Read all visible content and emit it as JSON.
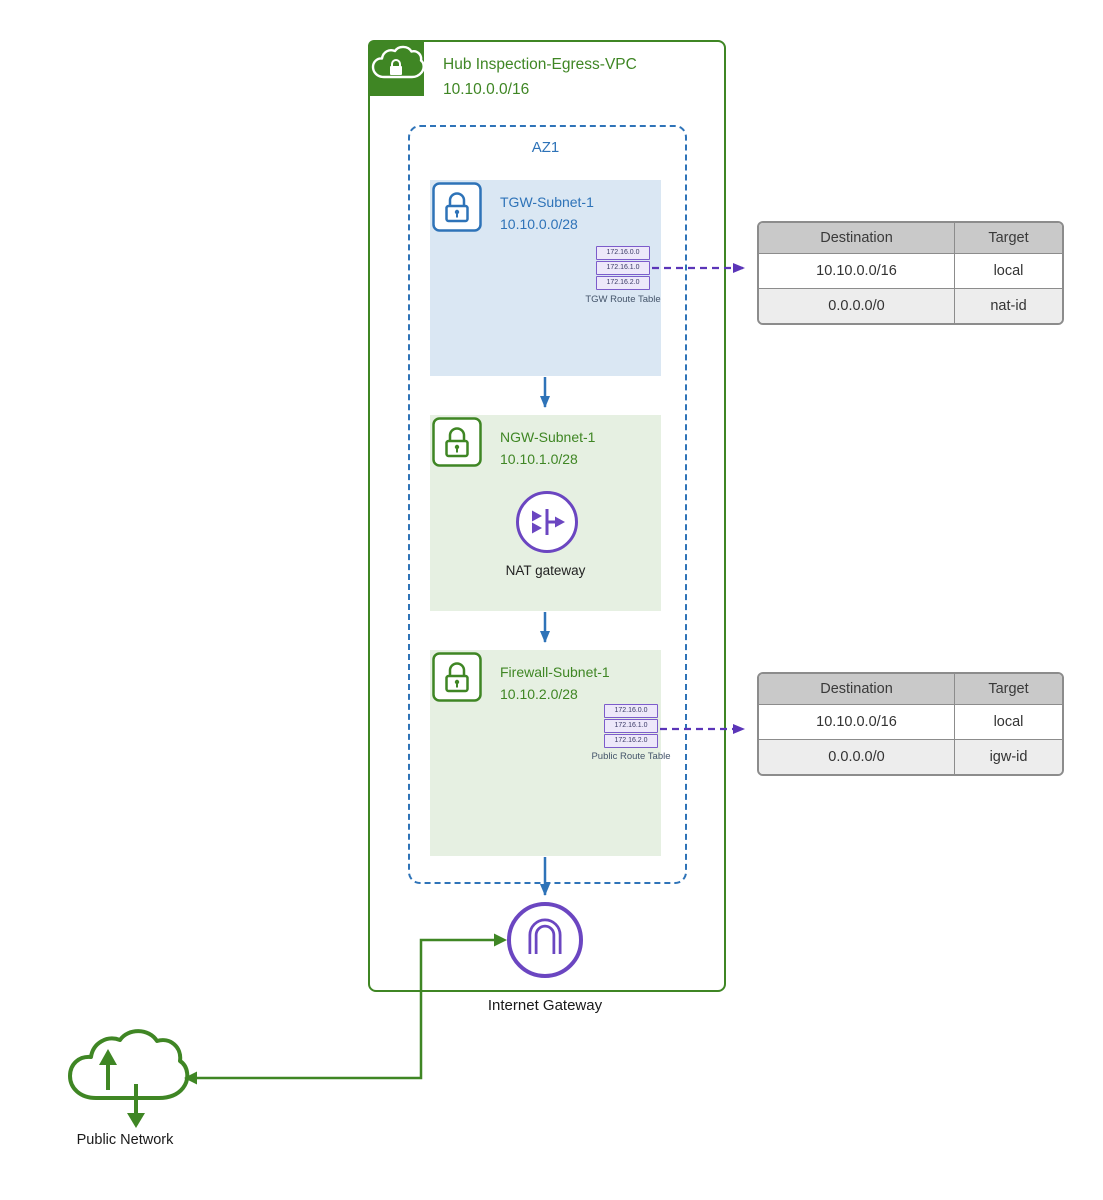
{
  "vpc": {
    "title": "Hub Inspection-Egress-VPC",
    "cidr": "10.10.0.0/16"
  },
  "az": {
    "label": "AZ1"
  },
  "subnets": {
    "tgw": {
      "name": "TGW-Subnet-1",
      "cidr": "10.10.0.0/28",
      "route_table_label": "TGW Route Table",
      "route_entries": [
        "172.16.0.0",
        "172.16.1.0",
        "172.16.2.0"
      ]
    },
    "ngw": {
      "name": "NGW-Subnet-1",
      "cidr": "10.10.1.0/28",
      "gateway_label": "NAT gateway"
    },
    "firewall": {
      "name": "Firewall-Subnet-1",
      "cidr": "10.10.2.0/28",
      "route_table_label": "Public Route Table",
      "route_entries": [
        "172.16.0.0",
        "172.16.1.0",
        "172.16.2.0"
      ]
    }
  },
  "route_tables": [
    {
      "headers": [
        "Destination",
        "Target"
      ],
      "rows": [
        [
          "10.10.0.0/16",
          "local"
        ],
        [
          "0.0.0.0/0",
          "nat-id"
        ]
      ]
    },
    {
      "headers": [
        "Destination",
        "Target"
      ],
      "rows": [
        [
          "10.10.0.0/16",
          "local"
        ],
        [
          "0.0.0.0/0",
          "igw-id"
        ]
      ]
    }
  ],
  "internet_gateway": {
    "label": "Internet Gateway"
  },
  "public_network": {
    "label": "Public Network"
  },
  "colors": {
    "vpc_green": "#3F8624",
    "az_blue": "#2E73B8",
    "subnet_blue_bg": "#DAE7F3",
    "subnet_green_bg": "#E6F0E2",
    "purple": "#6B46C1",
    "dashed_arrow_purple": "#5B35B8",
    "table_header_bg": "#C9C9C9",
    "table_alt_row_bg": "#EDEDED"
  }
}
